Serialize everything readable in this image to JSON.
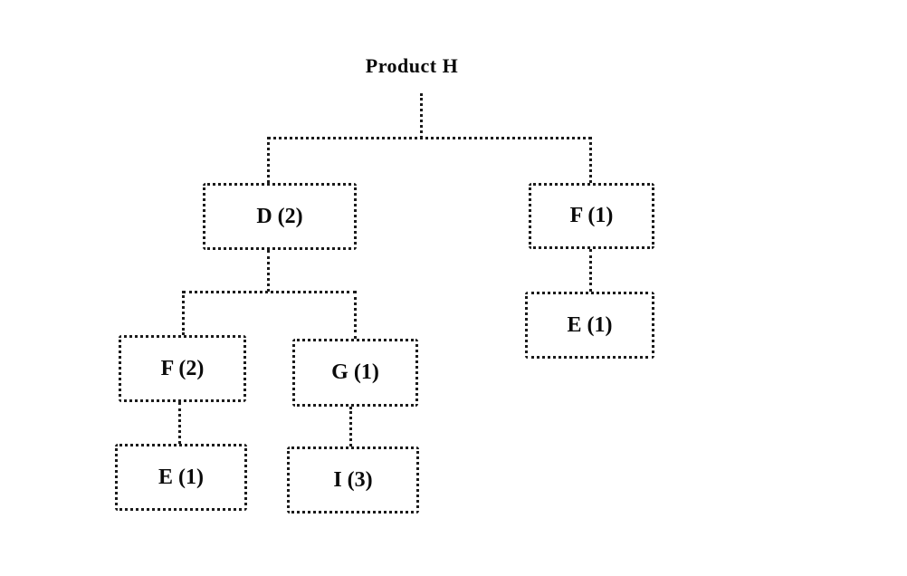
{
  "diagram": {
    "title": "Product H",
    "type": "product-structure-tree",
    "nodes": [
      {
        "id": "root",
        "label": "Product H",
        "parent": null,
        "quantity": null
      },
      {
        "id": "D",
        "label": "D (2)",
        "parent": "root",
        "quantity": 2
      },
      {
        "id": "F-level1",
        "label": "F (1)",
        "parent": "root",
        "quantity": 1
      },
      {
        "id": "E-under-F1",
        "label": "E (1)",
        "parent": "F-level1",
        "quantity": 1
      },
      {
        "id": "F-under-D",
        "label": "F (2)",
        "parent": "D",
        "quantity": 2
      },
      {
        "id": "G-under-D",
        "label": "G (1)",
        "parent": "D",
        "quantity": 1
      },
      {
        "id": "E-under-F2",
        "label": "E (1)",
        "parent": "F-under-D",
        "quantity": 1
      },
      {
        "id": "I-under-G",
        "label": "I (3)",
        "parent": "G-under-D",
        "quantity": 3
      }
    ],
    "colors": {
      "line": "#1b1b1b",
      "text": "#0a0a0a",
      "background": "#ffffff"
    }
  }
}
